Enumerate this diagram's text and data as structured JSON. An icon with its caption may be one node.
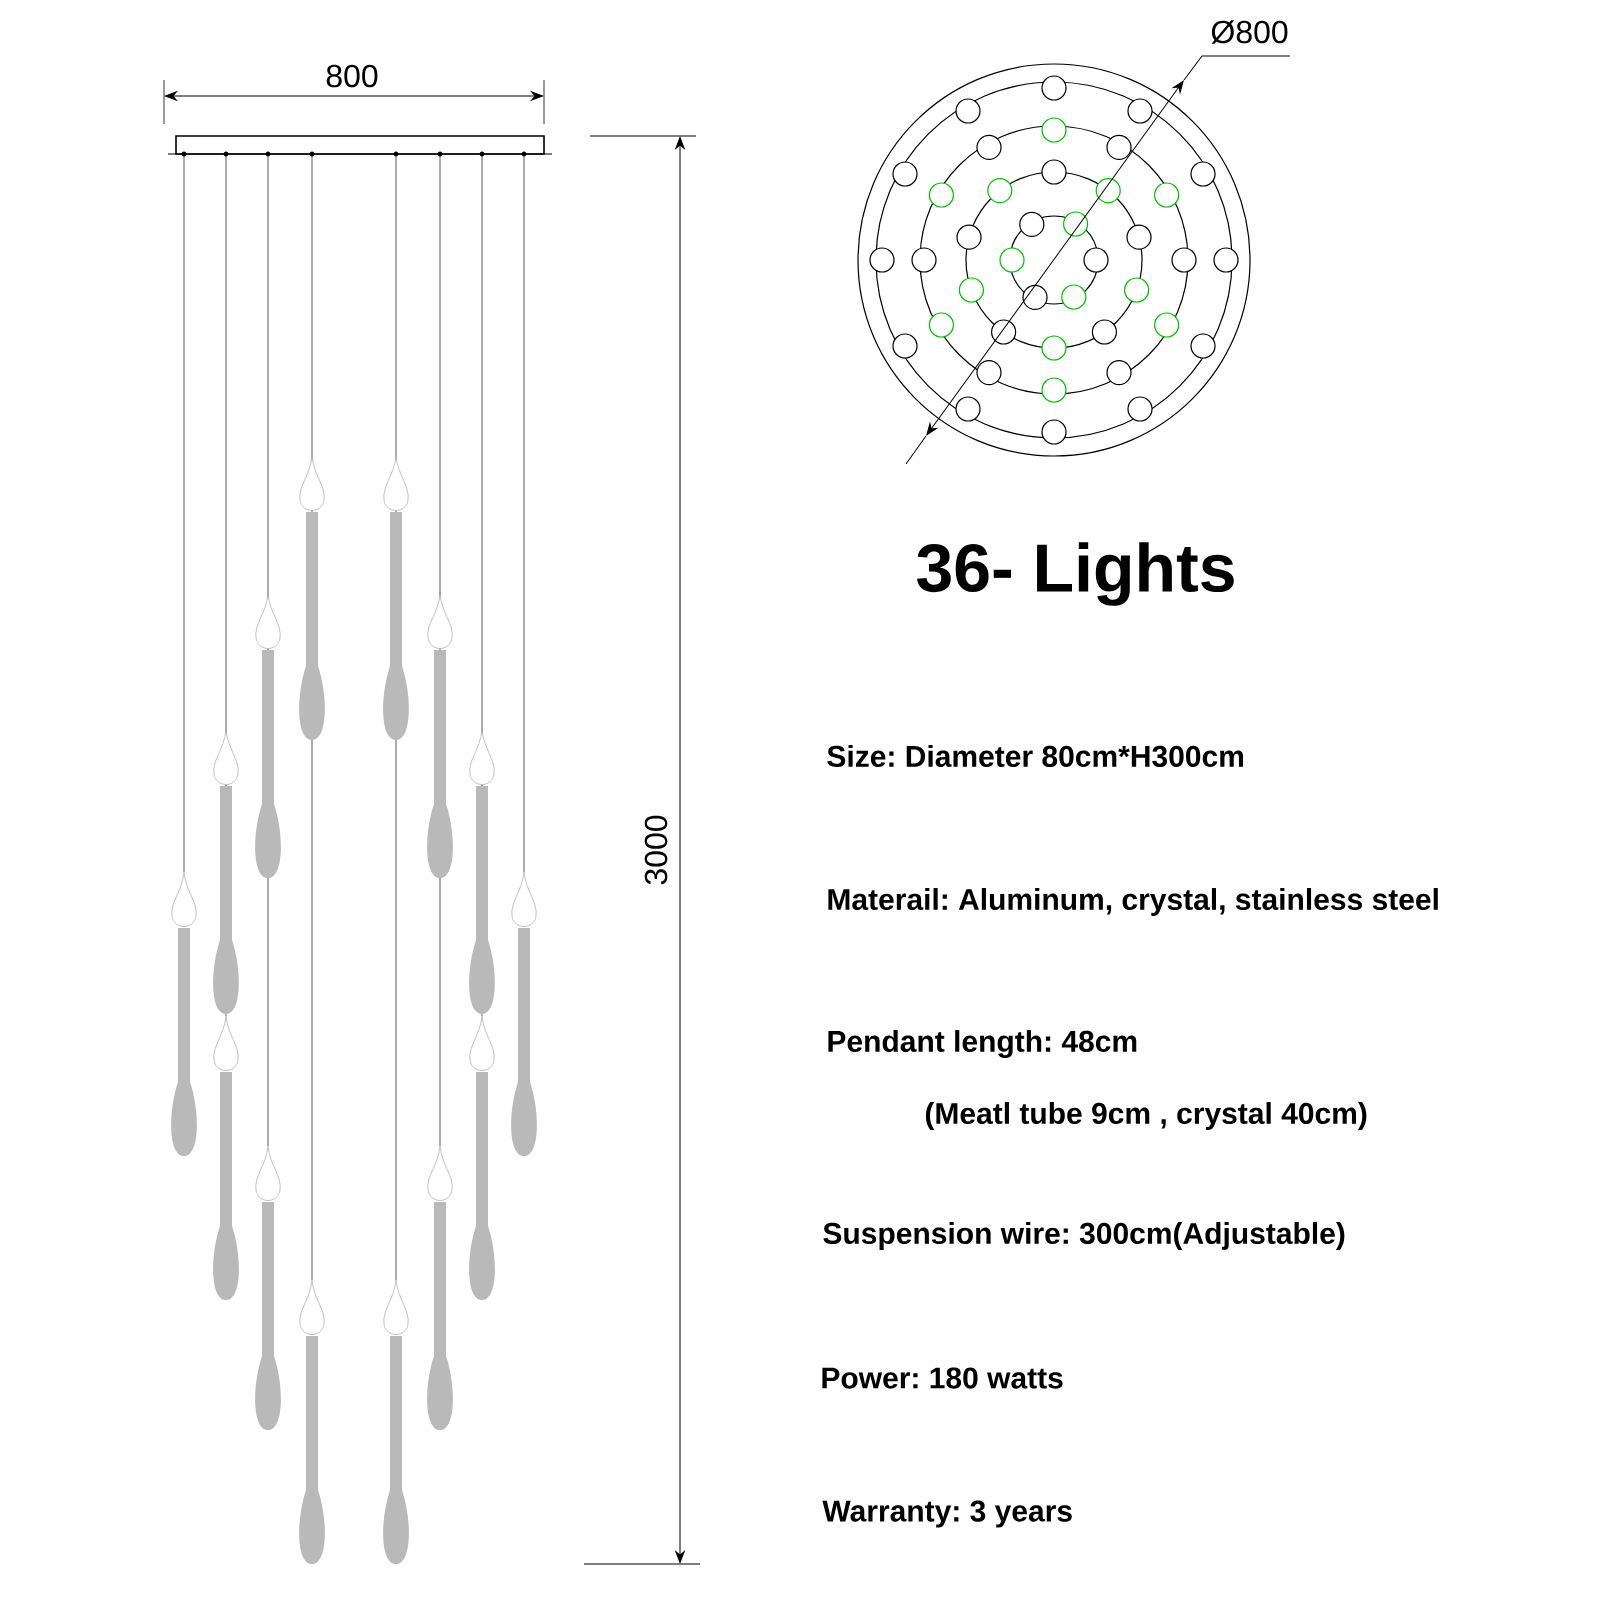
{
  "diagram": {
    "title": "36- Lights",
    "labels": [
      "800",
      "Ø800",
      "3000",
      "Size: Diameter 80cm*H300cm",
      "Materail: Aluminum, crystal, stainless steel",
      "Pendant length: 48cm",
      "(Meatl tube 9cm  , crystal 40cm)",
      "Suspension wire: 300cm(Adjustable)",
      "Power: 180 watts",
      "Warranty: 3 years"
    ]
  }
}
